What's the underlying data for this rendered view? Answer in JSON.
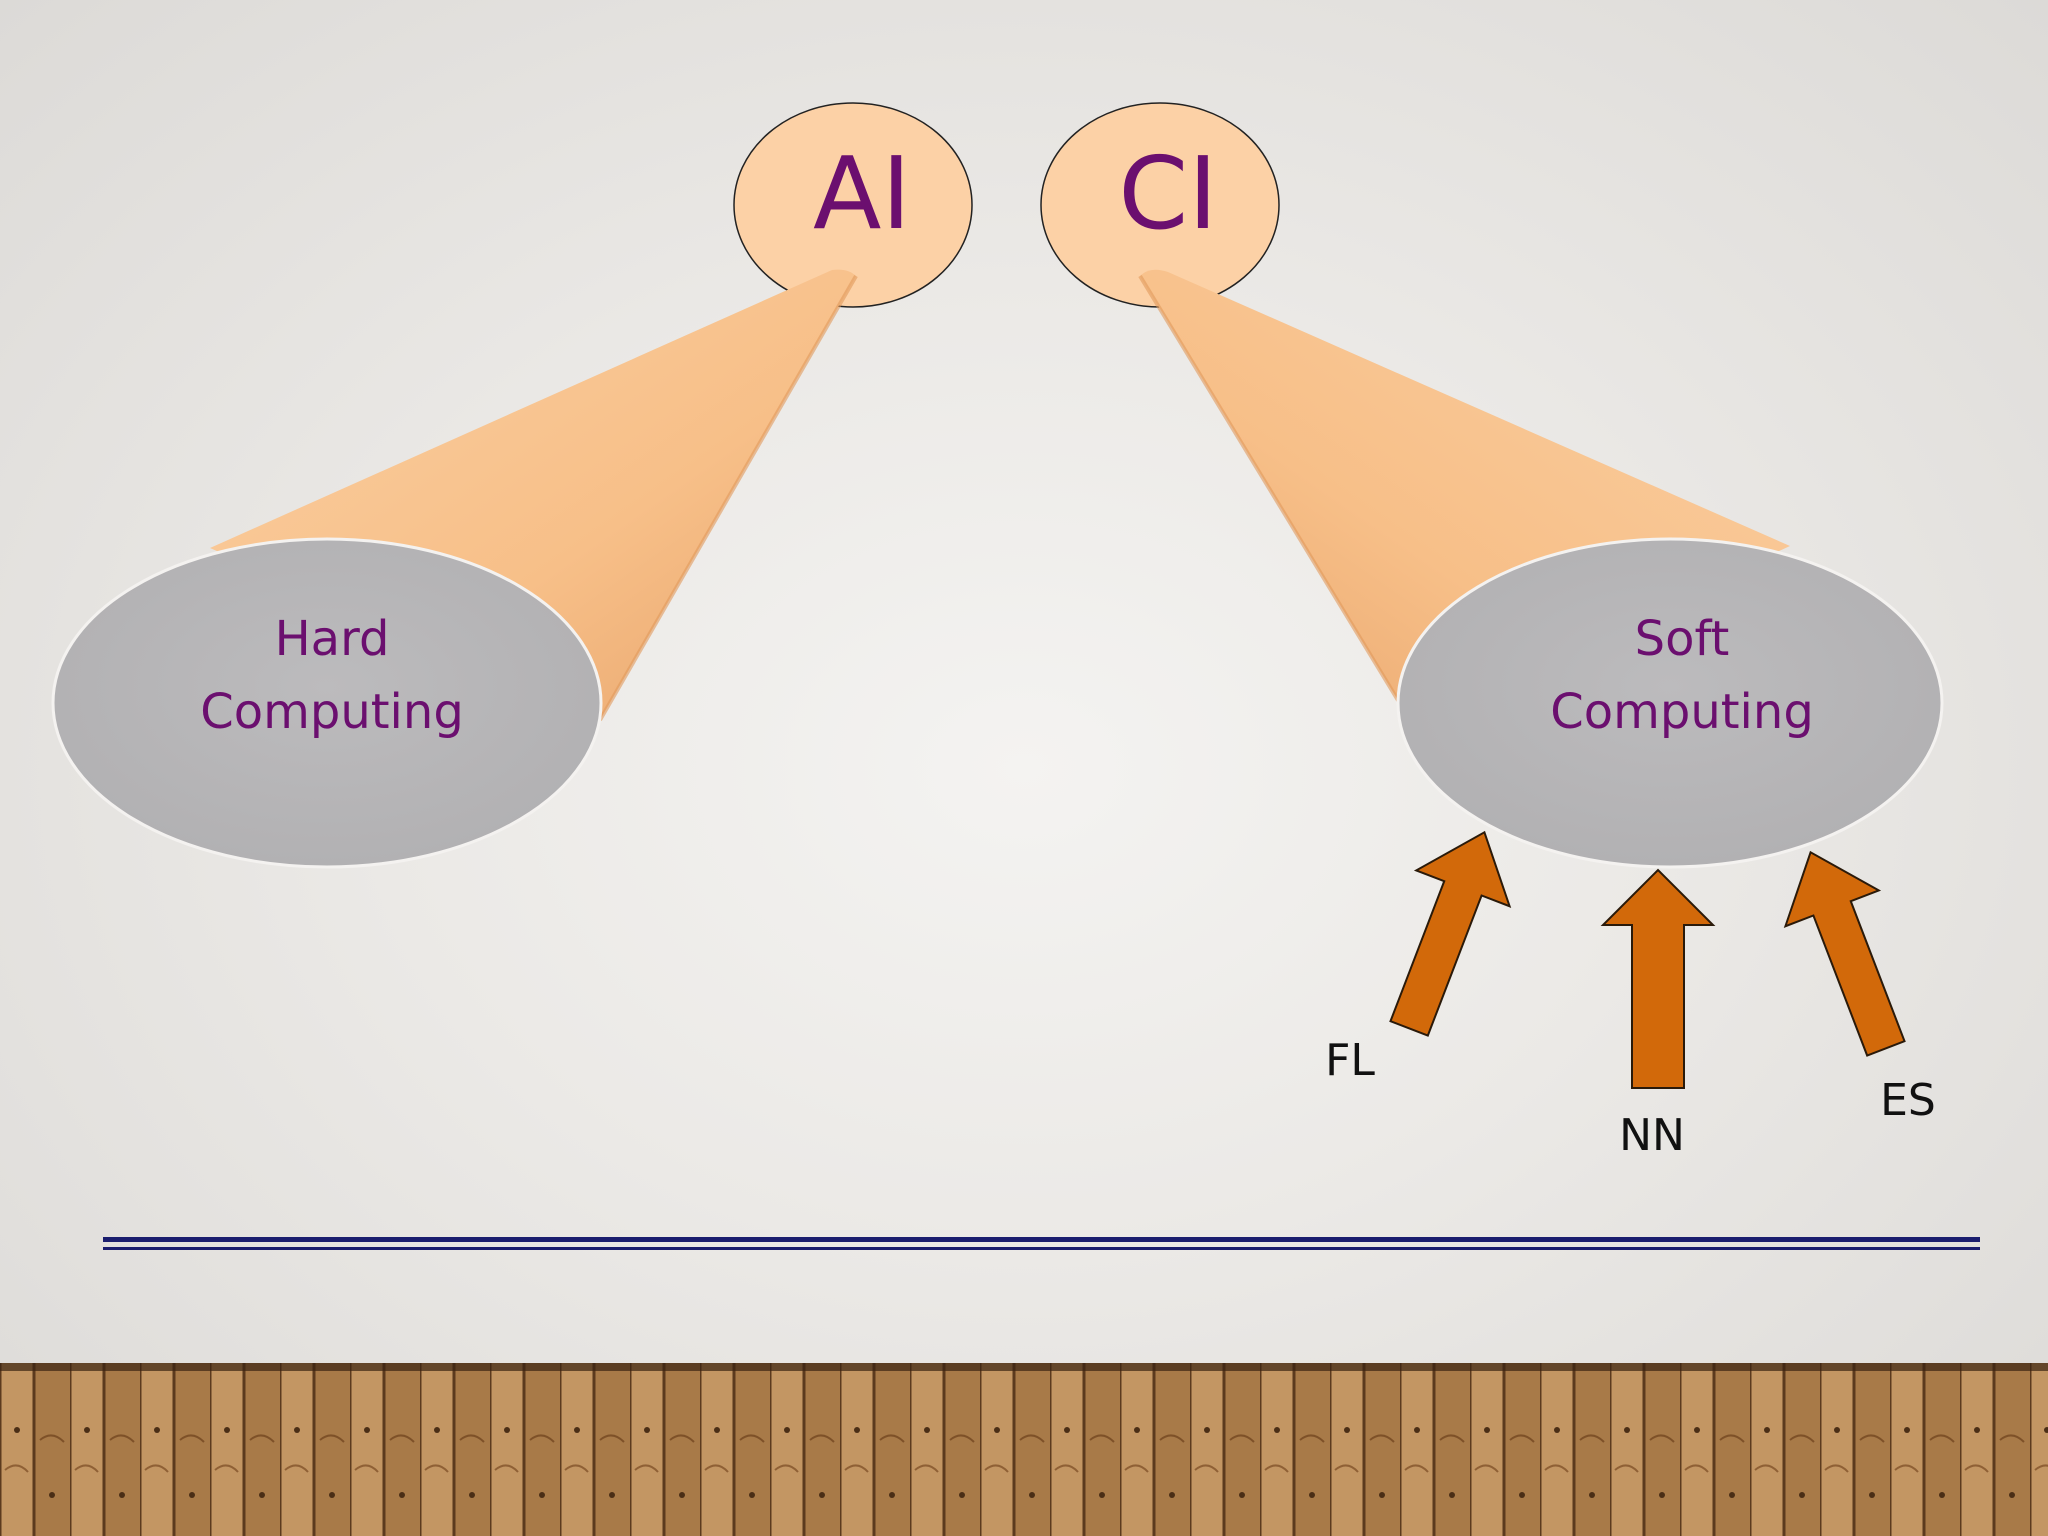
{
  "nodes": {
    "ai": {
      "label": "AI"
    },
    "ci": {
      "label": "CI"
    },
    "hard": {
      "line1": "Hard",
      "line2": "Computing"
    },
    "soft": {
      "line1": "Soft",
      "line2": "Computing"
    }
  },
  "inputs": [
    {
      "id": "fl",
      "label": "FL"
    },
    {
      "id": "nn",
      "label": "NN"
    },
    {
      "id": "es",
      "label": "ES"
    }
  ],
  "colors": {
    "cone": "#f9c38e",
    "cone_shadow": "#e9a76a",
    "node_fill": "#fcd1a6",
    "ellipse_fill": "#b8b7b9",
    "arrow_fill": "#d2690a",
    "text_purple": "#6b0f6f",
    "rule": "#1a1d6e"
  }
}
